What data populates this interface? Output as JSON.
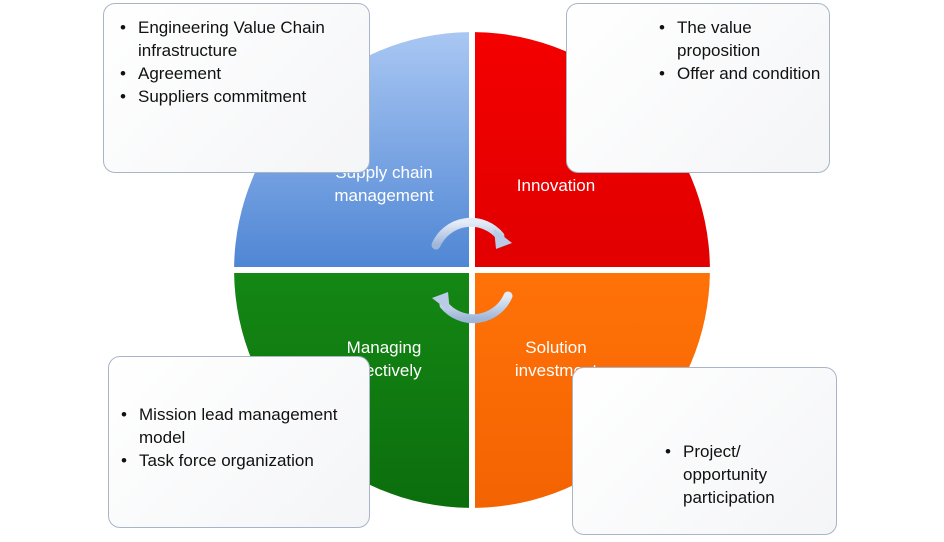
{
  "quadrants": {
    "top_left": {
      "line1": "Supply chain",
      "line2": "management",
      "color": "#6f9fe2"
    },
    "top_right": {
      "line1": "Innovation",
      "color": "#ee0000"
    },
    "bottom_left": {
      "line1": "Managing",
      "line2": "effectively",
      "color": "#0f7a12"
    },
    "bottom_right": {
      "line1": "Solution",
      "line2": "investment",
      "color": "#fb6a05"
    }
  },
  "boxes": {
    "top_left": {
      "items": [
        "Engineering Value Chain infrastructure",
        "Agreement",
        "Suppliers commitment"
      ]
    },
    "top_right": {
      "items": [
        "The value proposition",
        "Offer and condition"
      ]
    },
    "bottom_left": {
      "items": [
        "Mission lead management model",
        "Task force organization"
      ]
    },
    "bottom_right": {
      "items": [
        "Project/ opportunity participation"
      ]
    }
  },
  "icons": {
    "cycle": "circular-arrows-icon"
  }
}
